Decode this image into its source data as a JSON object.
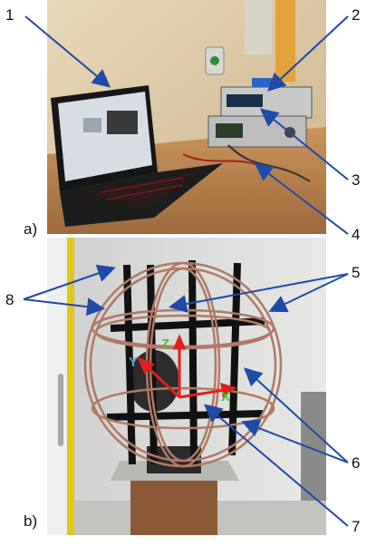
{
  "panels": [
    {
      "label": "a)"
    },
    {
      "label": "b)"
    }
  ],
  "callouts": [
    "1",
    "2",
    "3",
    "4",
    "5",
    "6",
    "7",
    "8"
  ],
  "axes": {
    "x": "X",
    "y": "Y",
    "z": "Z"
  },
  "colors": {
    "arrow": "#1f4aa8",
    "axis_x": "#3ec83e",
    "axis_y": "#4fa8d8",
    "axis_z": "#44c044",
    "axis_vector": "#e02020",
    "coil": "#b07a66",
    "frame": "#111111"
  }
}
